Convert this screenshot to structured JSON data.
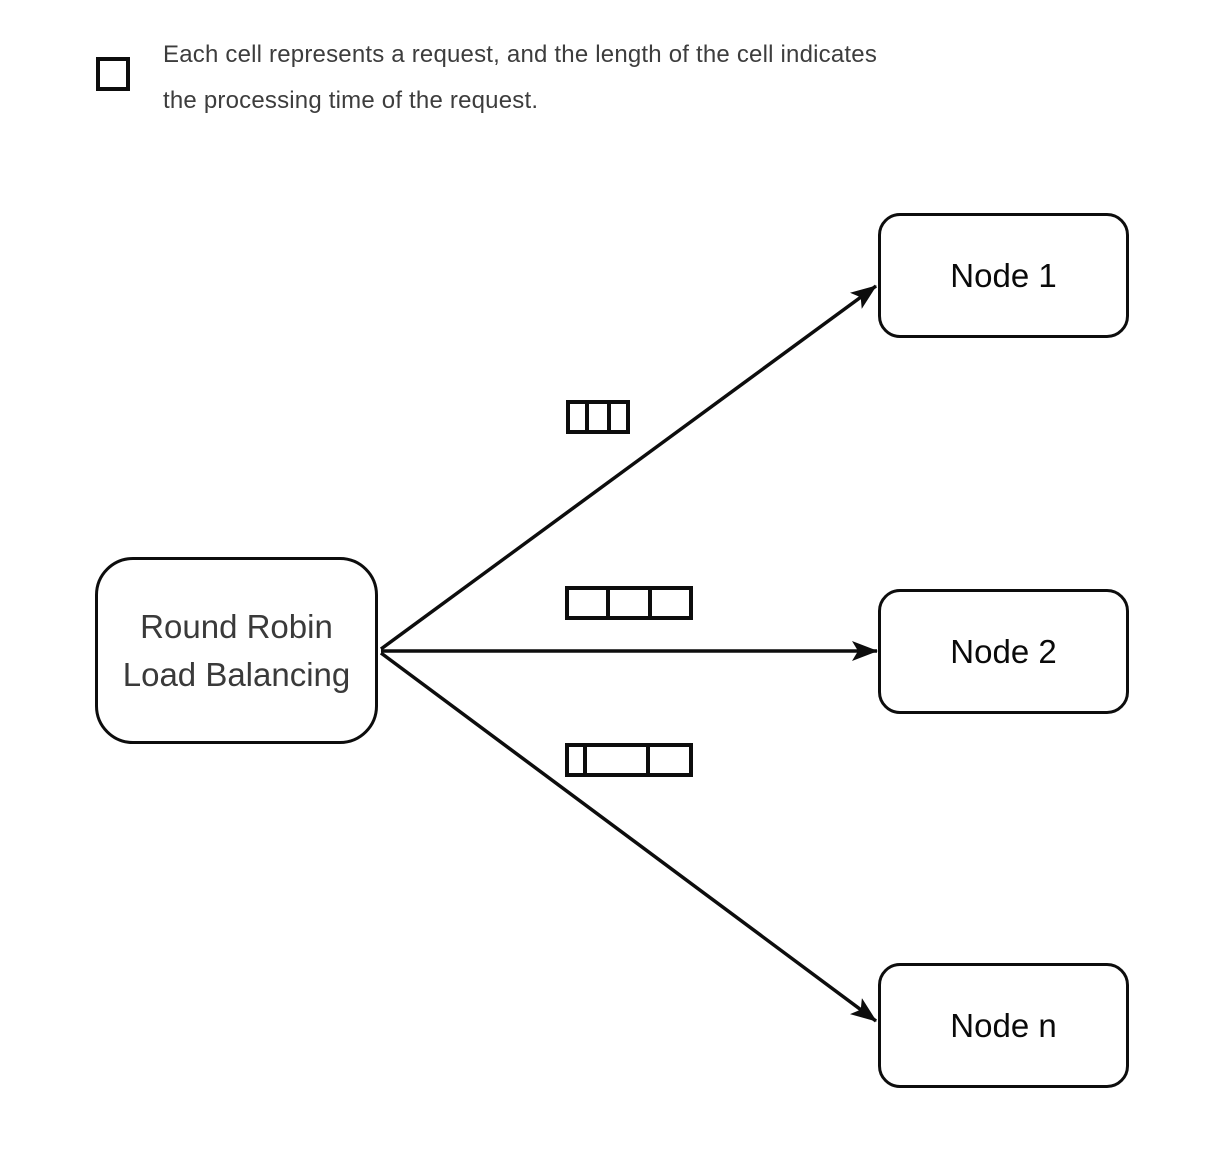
{
  "legend": {
    "line1": "Each cell represents a request, and the length of the cell indicates",
    "line2": "the processing time of the request."
  },
  "source": {
    "label_line1": "Round Robin",
    "label_line2": "Load Balancing"
  },
  "nodes": [
    {
      "label": "Node 1"
    },
    {
      "label": "Node 2"
    },
    {
      "label": "Node n"
    }
  ],
  "cell_groups": [
    {
      "target": "Node 1",
      "widths": [
        21,
        22,
        21
      ]
    },
    {
      "target": "Node 2",
      "widths": [
        43,
        42,
        43
      ]
    },
    {
      "target": "Node n",
      "widths": [
        20,
        63,
        45
      ]
    }
  ],
  "colors": {
    "stroke": "#0d0d0d",
    "legend_text": "#3d3d3d",
    "source_text": "#3a3a3a",
    "node_text": "#0a0a0a",
    "background": "#ffffff"
  }
}
